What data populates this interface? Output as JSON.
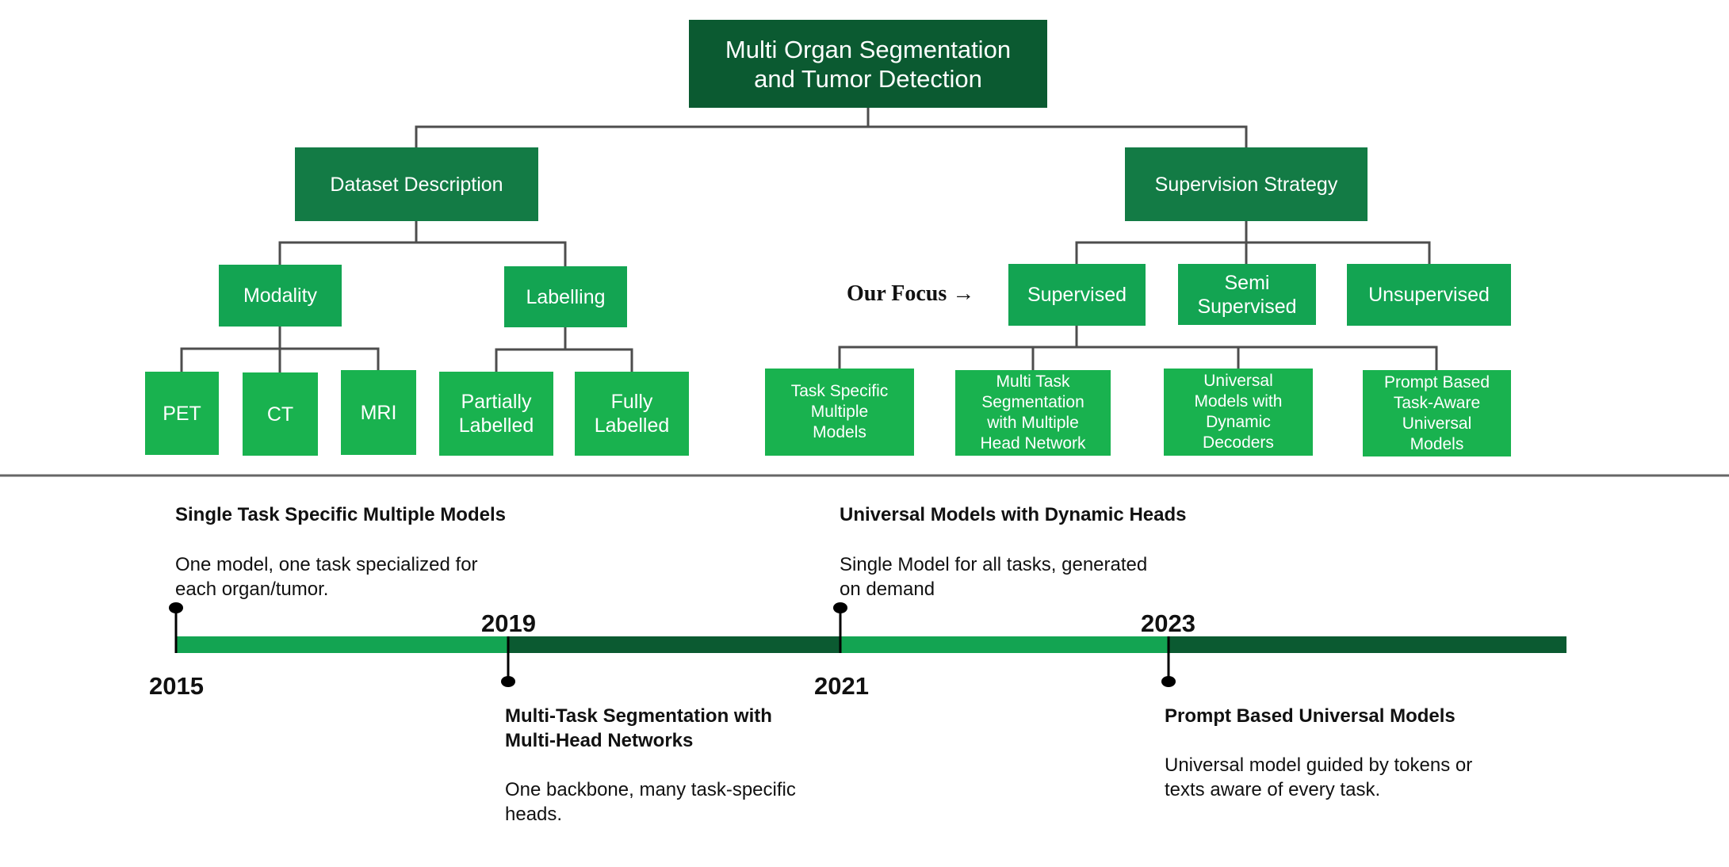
{
  "colors": {
    "root": "#0b5a31",
    "level1": "#137b45",
    "level2": "#13a452",
    "leaf": "#19b24f",
    "connector": "#4d4d4d",
    "timeline_dark": "#0b5a31",
    "timeline_light": "#13a452"
  },
  "tree": {
    "root": "Multi Organ Segmentation\nand Tumor Detection",
    "dataset": {
      "label": "Dataset Description",
      "modality": {
        "label": "Modality",
        "children": [
          "PET",
          "CT",
          "MRI"
        ]
      },
      "labelling": {
        "label": "Labelling",
        "children": [
          "Partially\nLabelled",
          "Fully\nLabelled"
        ]
      }
    },
    "supervision": {
      "label": "Supervision Strategy",
      "focus_label": "Our Focus →",
      "supervised": {
        "label": "Supervised",
        "children": [
          "Task Specific\nMultiple\nModels",
          "Multi Task\nSegmentation\nwith Multiple\nHead Network",
          "Universal\nModels with\nDynamic\nDecoders",
          "Prompt Based\nTask-Aware\nUniversal\nModels"
        ]
      },
      "semi": "Semi\nSupervised",
      "unsupervised": "Unsupervised"
    }
  },
  "timeline": {
    "years": [
      "2015",
      "2019",
      "2021",
      "2023"
    ],
    "events": [
      {
        "title": "Single Task Specific Multiple Models",
        "desc": "One model, one task specialized for\neach organ/tumor."
      },
      {
        "title": "Multi-Task Segmentation with\nMulti-Head Networks",
        "desc": "One backbone, many task-specific\nheads."
      },
      {
        "title": "Universal Models with Dynamic Heads",
        "desc": "Single Model for all tasks, generated\non demand"
      },
      {
        "title": "Prompt Based Universal Models",
        "desc": "Universal model guided by tokens or\ntexts aware of every task."
      }
    ]
  }
}
